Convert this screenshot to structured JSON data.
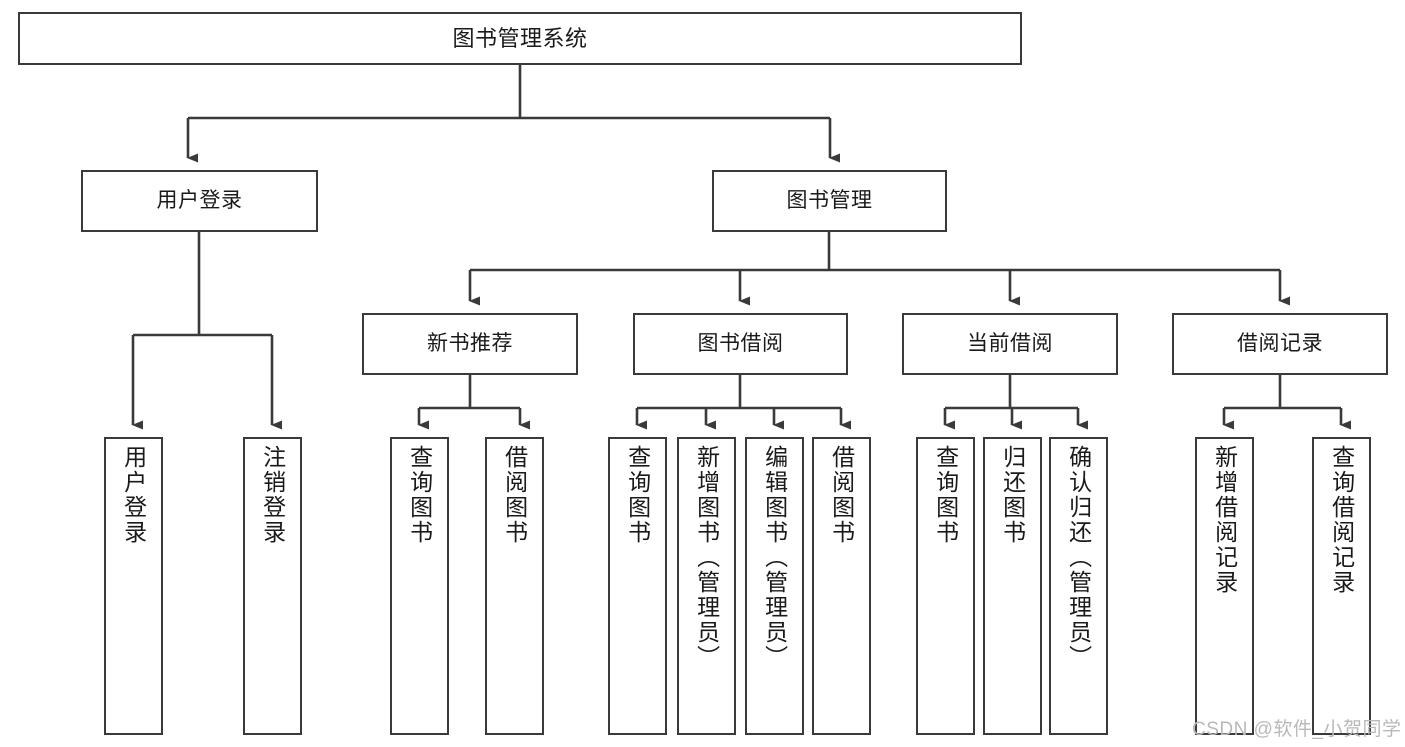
{
  "diagram": {
    "type": "tree",
    "title": "图书管理系统",
    "orientation": "top-down",
    "colors": {
      "box_border": "#3a3a3a",
      "box_fill": "#ffffff",
      "connector": "#3a3a3a",
      "text": "#1a1a1a",
      "watermark": "#b9b9b9",
      "background": "#ffffff"
    },
    "nodes": {
      "root": "图书管理系统",
      "level2": {
        "user_login": "用户登录",
        "book_manage": "图书管理"
      },
      "level3": {
        "new_book_rec": "新书推荐",
        "book_borrow": "图书借阅",
        "current_borrow": "当前借阅",
        "borrow_record": "借阅记录"
      },
      "leaves": {
        "user_login": [
          "用户登录",
          "注销登录"
        ],
        "new_book_rec": [
          "查询图书",
          "借阅图书"
        ],
        "book_borrow": [
          "查询图书",
          "新增图书（管理员）",
          "编辑图书（管理员）",
          "借阅图书"
        ],
        "current_borrow": [
          "查询图书",
          "归还图书",
          "确认归还（管理员）"
        ],
        "borrow_record": [
          "新增借阅记录",
          "查询借阅记录"
        ]
      }
    },
    "edges": [
      {
        "from": "图书管理系统",
        "to": "用户登录"
      },
      {
        "from": "图书管理系统",
        "to": "图书管理"
      },
      {
        "from": "用户登录",
        "to": "用户登录"
      },
      {
        "from": "用户登录",
        "to": "注销登录"
      },
      {
        "from": "图书管理",
        "to": "新书推荐"
      },
      {
        "from": "图书管理",
        "to": "图书借阅"
      },
      {
        "from": "图书管理",
        "to": "当前借阅"
      },
      {
        "from": "图书管理",
        "to": "借阅记录"
      },
      {
        "from": "新书推荐",
        "to": "查询图书"
      },
      {
        "from": "新书推荐",
        "to": "借阅图书"
      },
      {
        "from": "图书借阅",
        "to": "查询图书"
      },
      {
        "from": "图书借阅",
        "to": "新增图书（管理员）"
      },
      {
        "from": "图书借阅",
        "to": "编辑图书（管理员）"
      },
      {
        "from": "图书借阅",
        "to": "借阅图书"
      },
      {
        "from": "当前借阅",
        "to": "查询图书"
      },
      {
        "from": "当前借阅",
        "to": "归还图书"
      },
      {
        "from": "当前借阅",
        "to": "确认归还（管理员）"
      },
      {
        "from": "借阅记录",
        "to": "新增借阅记录"
      },
      {
        "from": "借阅记录",
        "to": "查询借阅记录"
      }
    ]
  },
  "watermark": {
    "text": "CSDN @软件_小贺同学"
  }
}
